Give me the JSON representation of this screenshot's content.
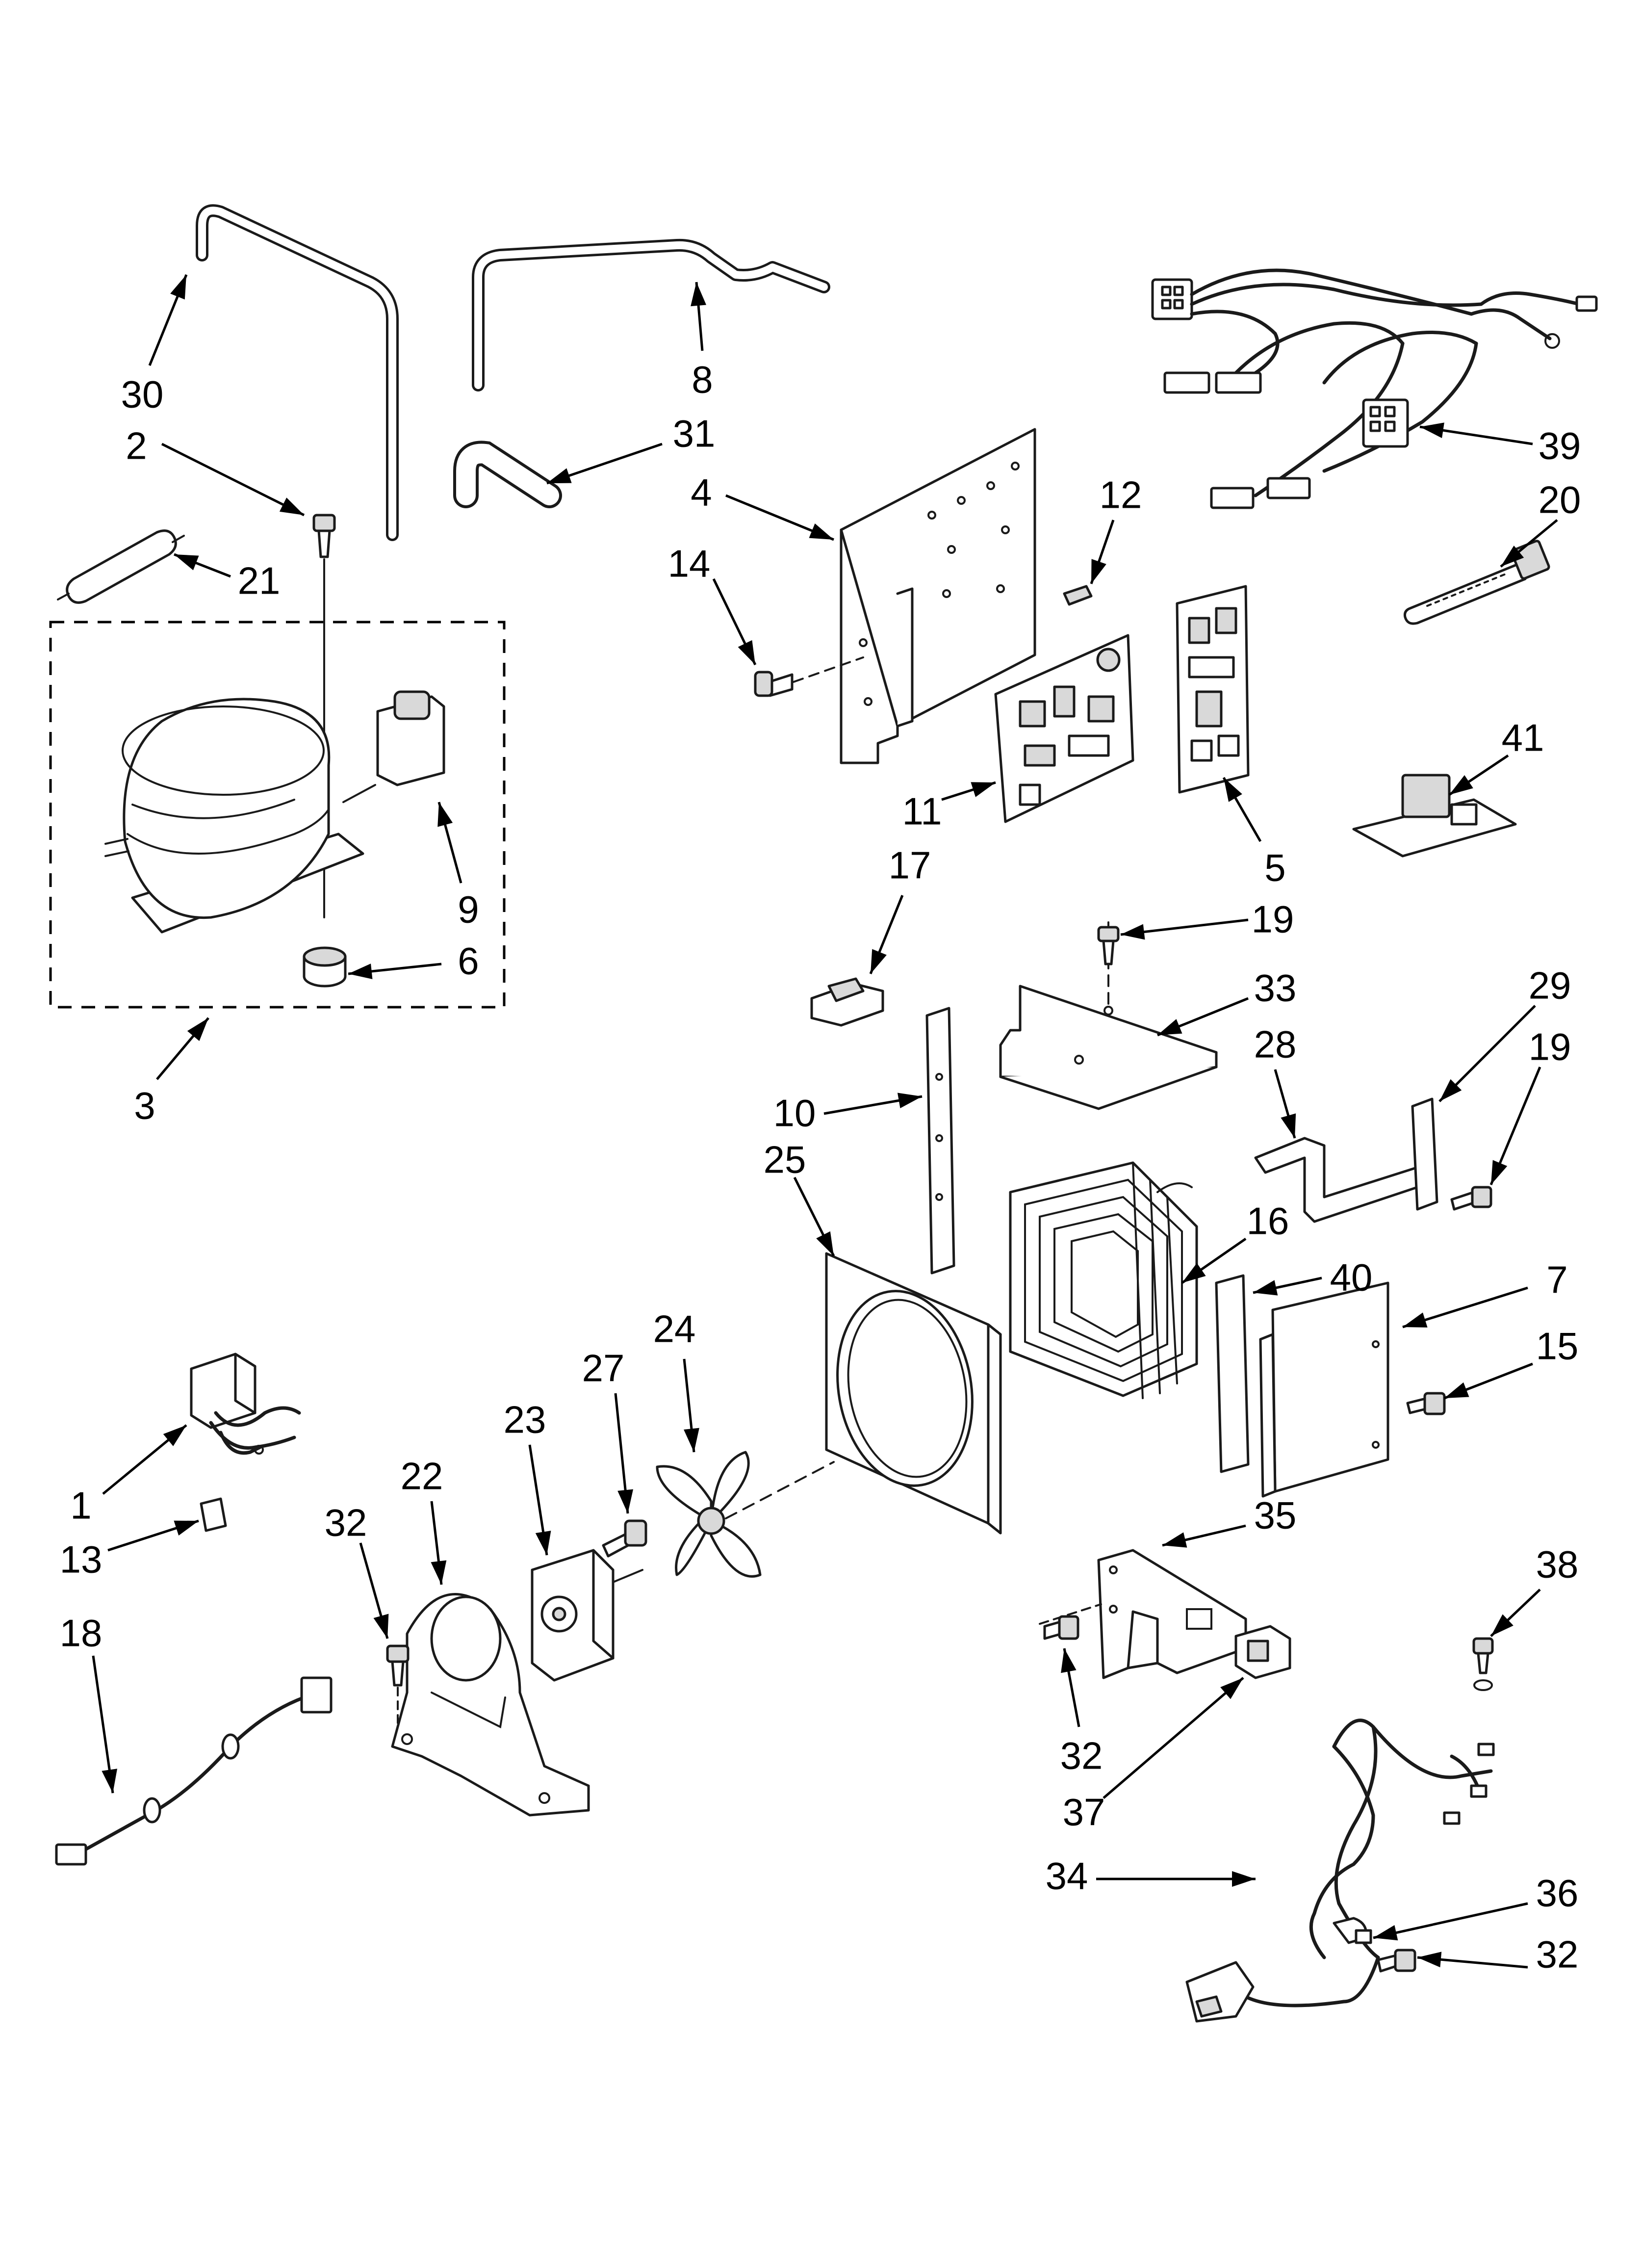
{
  "diagram": {
    "type": "exploded-parts-view",
    "callouts": [
      {
        "label": "30",
        "part": "tube-30"
      },
      {
        "label": "2",
        "part": "screw-2"
      },
      {
        "label": "21",
        "part": "drier-21"
      },
      {
        "label": "8",
        "part": "tube-8"
      },
      {
        "label": "31",
        "part": "hose-31"
      },
      {
        "label": "4",
        "part": "bracket-4"
      },
      {
        "label": "14",
        "part": "screw-14"
      },
      {
        "label": "12",
        "part": "clip-12"
      },
      {
        "label": "39",
        "part": "wire-harness-39"
      },
      {
        "label": "20",
        "part": "cable-tie-20"
      },
      {
        "label": "9",
        "part": "relay-9"
      },
      {
        "label": "6",
        "part": "grommet-6"
      },
      {
        "label": "3",
        "part": "compressor-assembly-3"
      },
      {
        "label": "11",
        "part": "control-board-11"
      },
      {
        "label": "5",
        "part": "control-board-5"
      },
      {
        "label": "41",
        "part": "power-board-41"
      },
      {
        "label": "17",
        "part": "switch-17"
      },
      {
        "label": "19",
        "part": "screw-19"
      },
      {
        "label": "33",
        "part": "shroud-33"
      },
      {
        "label": "29",
        "part": "bracket-29"
      },
      {
        "label": "28",
        "part": "bracket-28"
      },
      {
        "label": "19",
        "part": "screw-19b"
      },
      {
        "label": "10",
        "part": "bracket-10"
      },
      {
        "label": "25",
        "part": "fan-shroud-25"
      },
      {
        "label": "16",
        "part": "condenser-16"
      },
      {
        "label": "40",
        "part": "seal-40"
      },
      {
        "label": "7",
        "part": "baffle-7"
      },
      {
        "label": "15",
        "part": "screw-15"
      },
      {
        "label": "24",
        "part": "fan-blade-24"
      },
      {
        "label": "27",
        "part": "screw-27"
      },
      {
        "label": "23",
        "part": "fan-motor-23"
      },
      {
        "label": "22",
        "part": "motor-bracket-22"
      },
      {
        "label": "1",
        "part": "transformer-1"
      },
      {
        "label": "13",
        "part": "clip-13"
      },
      {
        "label": "32",
        "part": "screw-32a"
      },
      {
        "label": "35",
        "part": "bracket-35"
      },
      {
        "label": "18",
        "part": "wire-harness-18"
      },
      {
        "label": "32",
        "part": "screw-32b"
      },
      {
        "label": "37",
        "part": "terminal-block-37"
      },
      {
        "label": "38",
        "part": "screw-38"
      },
      {
        "label": "34",
        "part": "power-cord-34"
      },
      {
        "label": "36",
        "part": "cord-clamp-36"
      },
      {
        "label": "32",
        "part": "screw-32c"
      }
    ]
  }
}
